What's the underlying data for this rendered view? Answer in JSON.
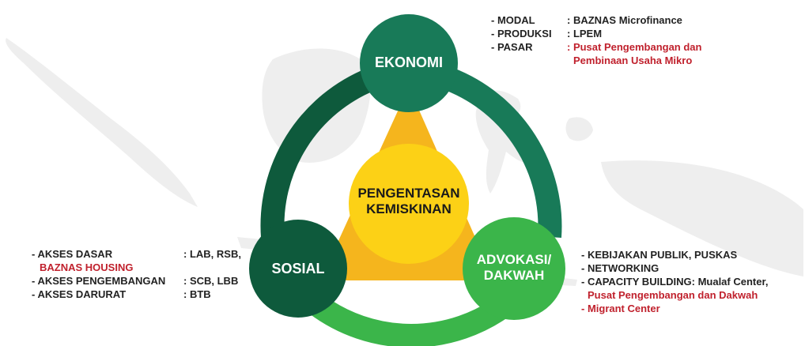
{
  "colors": {
    "ring_top": "#187a58",
    "ring_left": "#0e5a3c",
    "ring_bottom": "#3bb54a",
    "ring_right": "#187a58",
    "triangle": "#f5b51d",
    "center": "#fcd116",
    "highlight": "#c0212d",
    "map": "#eeeeee"
  },
  "nodes": {
    "ekonomi": {
      "label": "EKONOMI",
      "color": "#187a58"
    },
    "sosial": {
      "label": "SOSIAL",
      "color": "#0e5a3c"
    },
    "advokasi": {
      "label_line1": "ADVOKASI/",
      "label_line2": "DAKWAH",
      "color": "#3bb54a"
    }
  },
  "center": {
    "line1": "PENGENTASAN",
    "line2": "KEMISKINAN"
  },
  "ekonomi_info": [
    {
      "key": "- MODAL",
      "value": ": BAZNAS Microfinance"
    },
    {
      "key": "- PRODUKSI",
      "value": ": LPEM"
    },
    {
      "key": "- PASAR",
      "value": ": Pusat Pengembangan dan",
      "value2": "Pembinaan Usaha Mikro"
    }
  ],
  "sosial_info": {
    "row1": {
      "key": "- AKSES DASAR",
      "value": ": LAB, RSB,"
    },
    "row1b": "BAZNAS HOUSING",
    "row2": {
      "key": "- AKSES PENGEMBANGAN",
      "value": ": SCB, LBB"
    },
    "row3": {
      "key": "- AKSES DARURAT",
      "value": ": BTB"
    }
  },
  "advokasi_info": {
    "line1": "- KEBIJAKAN PUBLIK, PUSKAS",
    "line2": "- NETWORKING",
    "line3": "- CAPACITY BUILDING: Mualaf Center,",
    "line4": "Pusat Pengembangan dan Dakwah",
    "line5": "- Migrant Center"
  }
}
